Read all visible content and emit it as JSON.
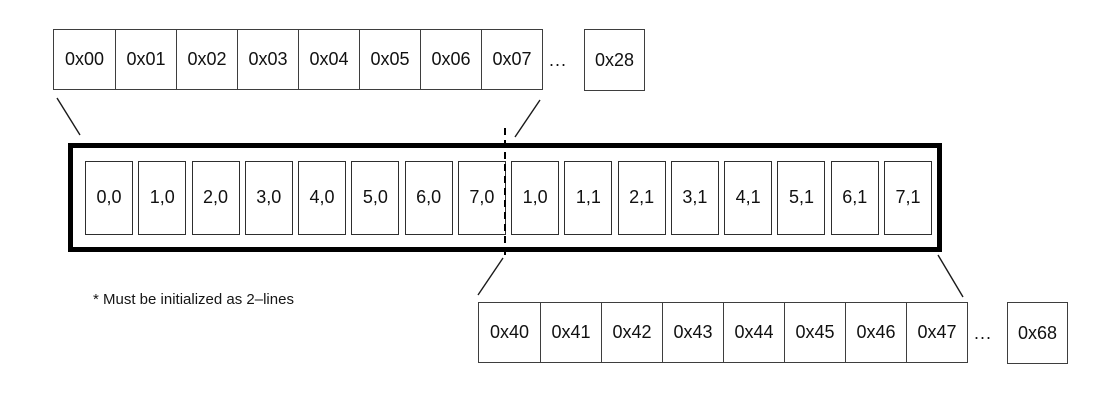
{
  "diagram": {
    "top_row": {
      "cells": [
        "0x00",
        "0x01",
        "0x02",
        "0x03",
        "0x04",
        "0x05",
        "0x06",
        "0x07"
      ],
      "ellipsis": "...",
      "end_cell": "0x28"
    },
    "main_box": {
      "cells": [
        "0,0",
        "1,0",
        "2,0",
        "3,0",
        "4,0",
        "5,0",
        "6,0",
        "7,0",
        "1,0",
        "1,1",
        "2,1",
        "3,1",
        "4,1",
        "5,1",
        "6,1",
        "7,1"
      ]
    },
    "bottom_row": {
      "cells": [
        "0x40",
        "0x41",
        "0x42",
        "0x43",
        "0x44",
        "0x45",
        "0x46",
        "0x47"
      ],
      "ellipsis": "...",
      "end_cell": "0x68"
    },
    "footnote": "* Must be initialized as 2–lines",
    "colors": {
      "line": "#1a1a1a",
      "thin_border": "#3e3e3e",
      "thick_border": "#000000",
      "background": "#ffffff"
    }
  }
}
